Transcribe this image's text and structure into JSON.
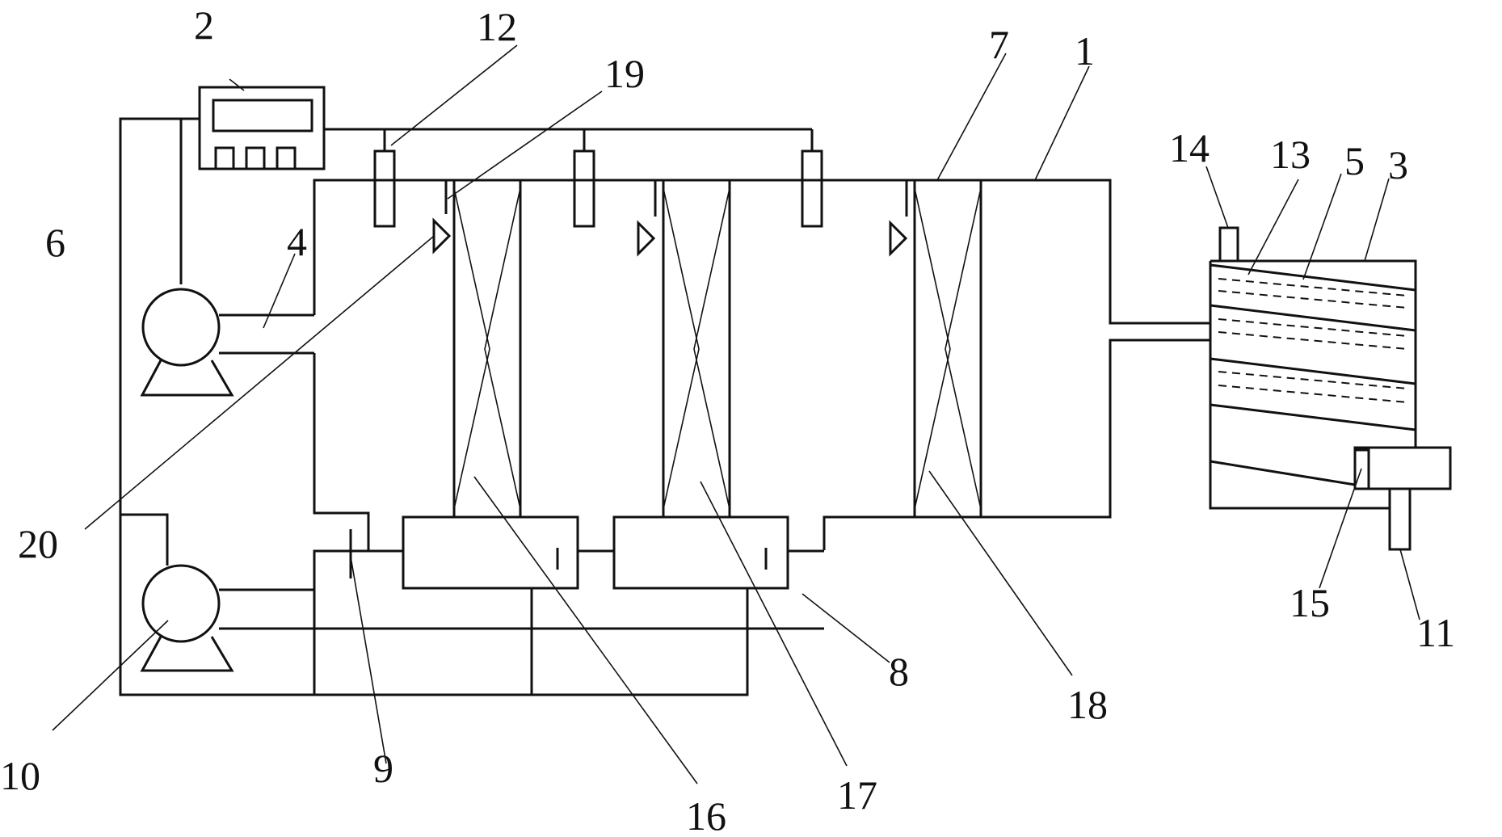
{
  "labels": {
    "n1": "1",
    "n2": "2",
    "n3": "3",
    "n4": "4",
    "n5": "5",
    "n6": "6",
    "n7": "7",
    "n8": "8",
    "n9": "9",
    "n10": "10",
    "n11": "11",
    "n12": "12",
    "n13": "13",
    "n14": "14",
    "n15": "15",
    "n16": "16",
    "n17": "17",
    "n18": "18",
    "n19": "19",
    "n20": "20"
  }
}
